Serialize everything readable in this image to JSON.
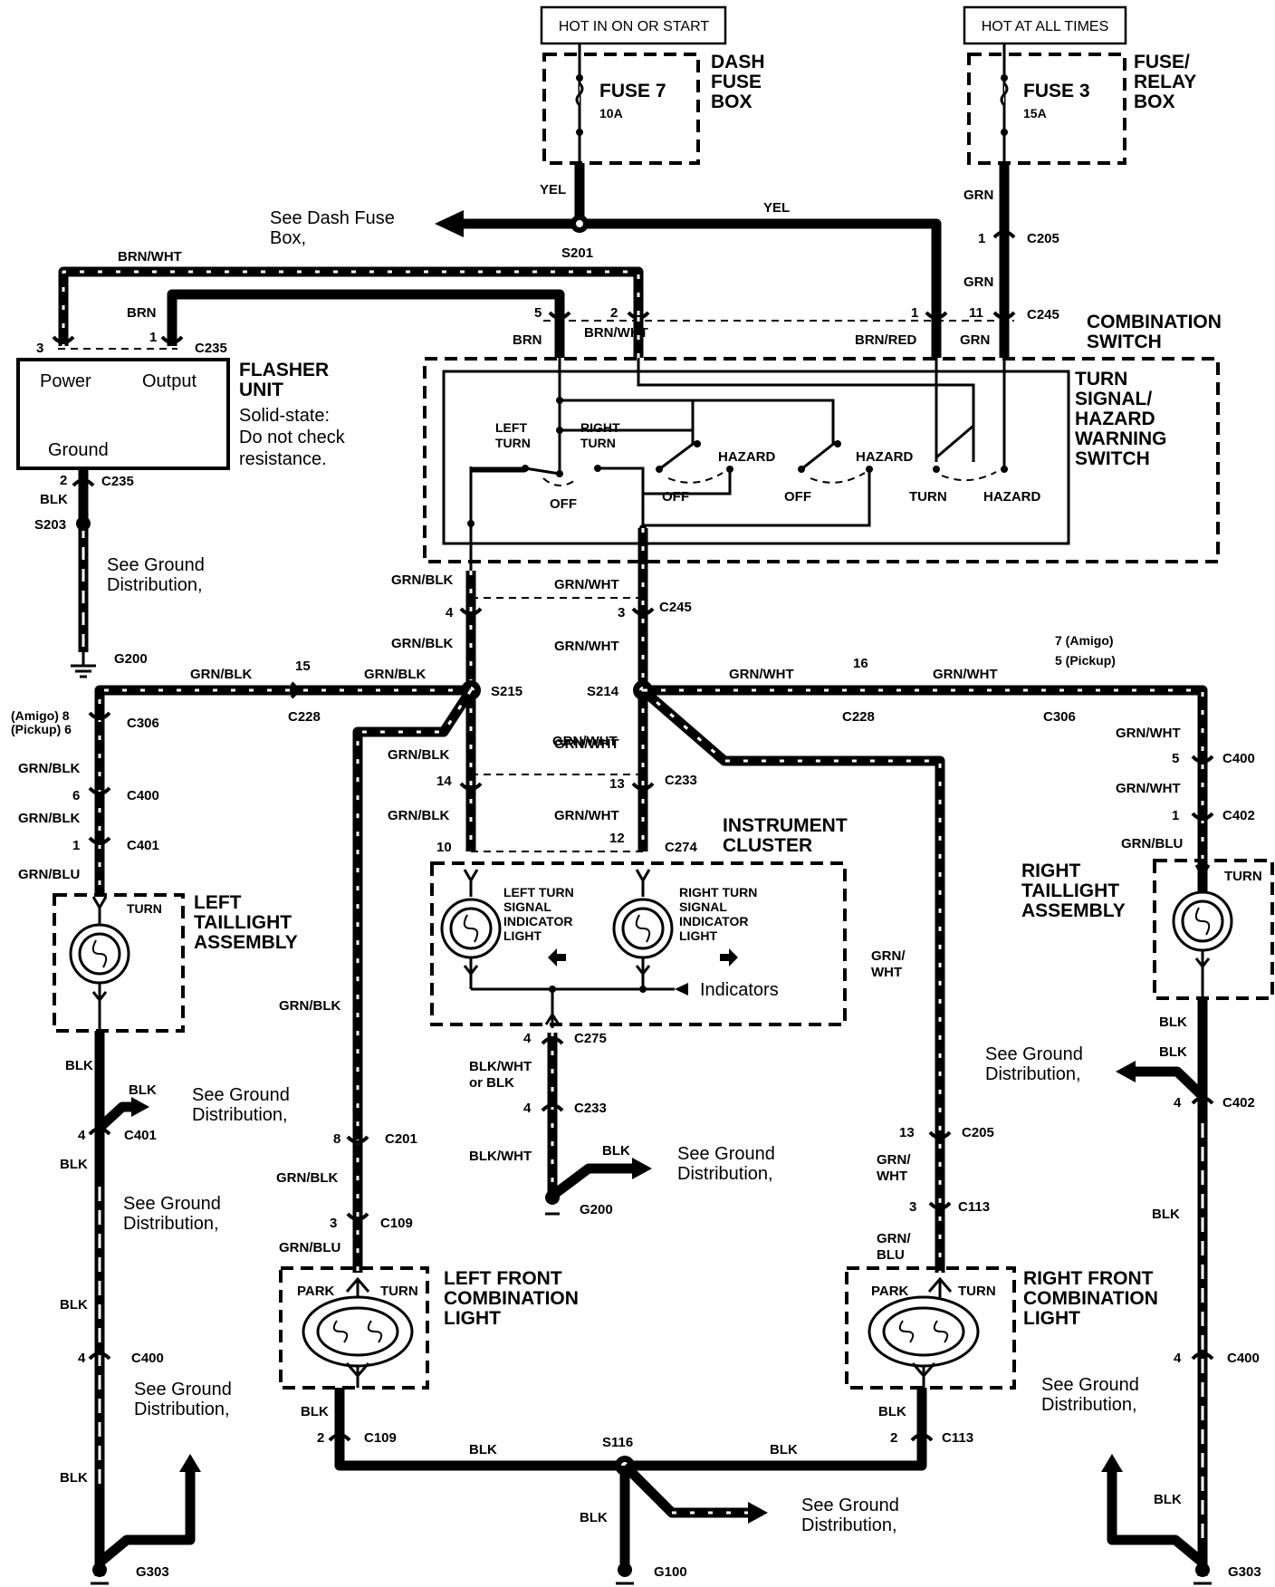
{
  "hot_labels": {
    "fuse7_supply": "HOT IN ON OR START",
    "fuse3_supply": "HOT AT ALL TIMES"
  },
  "fuses": {
    "fuse7": {
      "name": "FUSE 7",
      "rating": "10A",
      "box": "DASH\nFUSE\nBOX"
    },
    "fuse3": {
      "name": "FUSE 3",
      "rating": "15A",
      "box": "FUSE/\nRELAY\nBOX"
    }
  },
  "splices": [
    "S201",
    "S203",
    "S215",
    "S214",
    "S116"
  ],
  "grounds": [
    "G200",
    "G200",
    "G303",
    "G100",
    "G303"
  ],
  "references": {
    "dash_fuse_box": "See Dash Fuse\nBox,",
    "ground": "See Ground\nDistribution,"
  },
  "flasher": {
    "title": "FLASHER\nUNIT",
    "note": "Solid-state:\nDo not check\nresistance.",
    "power": "Power",
    "output": "Output",
    "ground": "Ground"
  },
  "switch": {
    "combo": "COMBINATION\nSWITCH",
    "title": "TURN\nSIGNAL/\nHAZARD\nWARNING\nSWITCH",
    "labels": [
      "LEFT\nTURN",
      "RIGHT\nTURN",
      "OFF",
      "OFF",
      "HAZARD",
      "OFF",
      "HAZARD",
      "TURN",
      "HAZARD"
    ]
  },
  "cluster": {
    "title": "INSTRUMENT\nCLUSTER",
    "left_light": "LEFT TURN\nSIGNAL\nINDICATOR\nLIGHT",
    "right_light": "RIGHT TURN\nSIGNAL\nINDICATOR\nLIGHT",
    "indicators": "Indicators"
  },
  "assemblies": {
    "left_tail": "LEFT\nTAILLIGHT\nASSEMBLY",
    "right_tail": "RIGHT\nTAILLIGHT\nASSEMBLY",
    "left_front": "LEFT FRONT\nCOMBINATION\nLIGHT",
    "right_front": "RIGHT FRONT\nCOMBINATION\nLIGHT",
    "turn": "TURN",
    "park": "PARK"
  },
  "wire_colors": [
    "YEL",
    "GRN",
    "BRN/WHT",
    "BRN",
    "BRN/RED",
    "GRN/BLK",
    "GRN/WHT",
    "GRN/BLU",
    "BLK",
    "BLK/WHT",
    "BLK/WHT\nor BLK",
    "GRN/\nWHT",
    "GRN/\nBLU"
  ],
  "connectors": [
    "C205",
    "C245",
    "C235",
    "C228",
    "C306",
    "C400",
    "C401",
    "C402",
    "C233",
    "C274",
    "C275",
    "C201",
    "C109",
    "C113"
  ],
  "pin_notes": {
    "left_c306": "(Amigo) 8\n(Pickup) 6",
    "right_c306": "7 (Amigo)\n5 (Pickup)"
  },
  "colors": {
    "wire": "#000000",
    "background": "#ffffff"
  }
}
